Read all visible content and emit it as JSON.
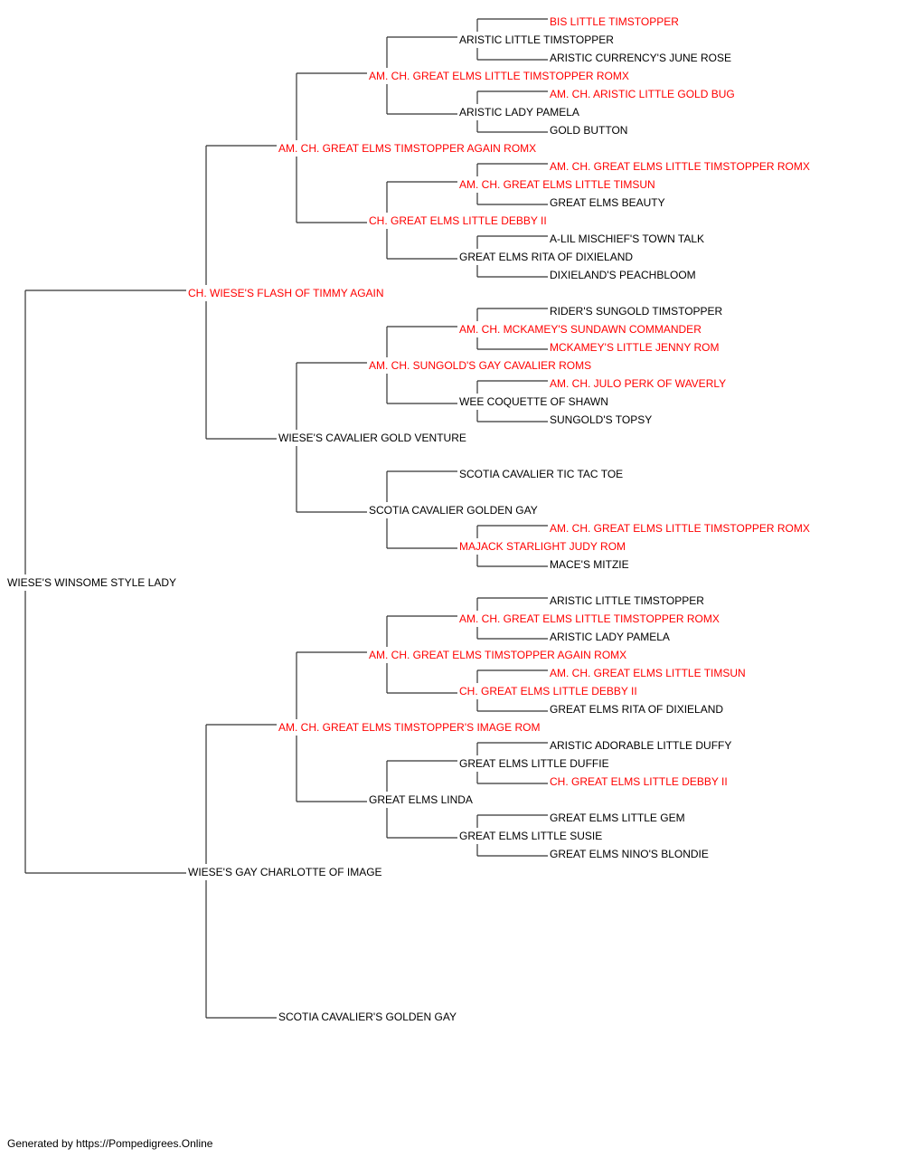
{
  "colors": {
    "champion": "#ff0000",
    "normal": "#000000",
    "line": "#000000"
  },
  "subject": {
    "name": "WIESE'S WINSOME STYLE LADY",
    "champion": false
  },
  "sire": {
    "name": "CH. WIESE'S FLASH OF TIMMY AGAIN",
    "champion": true
  },
  "dam": {
    "name": "WIESE'S GAY CHARLOTTE OF IMAGE",
    "champion": false
  },
  "sire_sire": {
    "name": "AM. CH. GREAT ELMS TIMSTOPPER AGAIN ROMX",
    "champion": true
  },
  "sire_dam": {
    "name": "WIESE'S CAVALIER GOLD VENTURE",
    "champion": false
  },
  "dam_sire": {
    "name": "AM. CH. GREAT ELMS TIMSTOPPER'S IMAGE ROM",
    "champion": true
  },
  "dam_dam": {
    "name": "SCOTIA CAVALIER'S GOLDEN GAY",
    "champion": false
  },
  "g3": [
    {
      "name": "AM. CH. GREAT ELMS LITTLE TIMSTOPPER ROMX",
      "champion": true
    },
    {
      "name": "CH. GREAT ELMS LITTLE DEBBY II",
      "champion": true
    },
    {
      "name": "AM. CH. SUNGOLD'S GAY CAVALIER ROMS",
      "champion": true
    },
    {
      "name": "SCOTIA CAVALIER GOLDEN GAY",
      "champion": false
    },
    {
      "name": "AM. CH. GREAT ELMS TIMSTOPPER AGAIN ROMX",
      "champion": true
    },
    {
      "name": "GREAT ELMS LINDA",
      "champion": false
    }
  ],
  "g4": [
    {
      "name": "ARISTIC LITTLE TIMSTOPPER",
      "champion": false
    },
    {
      "name": "ARISTIC LADY PAMELA",
      "champion": false
    },
    {
      "name": "AM. CH. GREAT ELMS LITTLE TIMSUN",
      "champion": true
    },
    {
      "name": "GREAT ELMS RITA OF DIXIELAND",
      "champion": false
    },
    {
      "name": "AM. CH. MCKAMEY'S SUNDAWN COMMANDER",
      "champion": true
    },
    {
      "name": "WEE COQUETTE OF SHAWN",
      "champion": false
    },
    {
      "name": "SCOTIA CAVALIER TIC TAC TOE",
      "champion": false
    },
    {
      "name": "MAJACK STARLIGHT JUDY ROM",
      "champion": true
    },
    {
      "name": "AM. CH. GREAT ELMS LITTLE TIMSTOPPER ROMX",
      "champion": true
    },
    {
      "name": "CH. GREAT ELMS LITTLE DEBBY II",
      "champion": true
    },
    {
      "name": "GREAT ELMS LITTLE DUFFIE",
      "champion": false
    },
    {
      "name": "GREAT ELMS LITTLE SUSIE",
      "champion": false
    }
  ],
  "g5": [
    {
      "name": "BIS LITTLE TIMSTOPPER",
      "champion": true
    },
    {
      "name": "ARISTIC CURRENCY'S JUNE ROSE",
      "champion": false
    },
    {
      "name": "AM. CH. ARISTIC LITTLE GOLD BUG",
      "champion": true
    },
    {
      "name": "GOLD BUTTON",
      "champion": false
    },
    {
      "name": "AM. CH. GREAT ELMS LITTLE TIMSTOPPER ROMX",
      "champion": true
    },
    {
      "name": "GREAT ELMS BEAUTY",
      "champion": false
    },
    {
      "name": "A-LIL MISCHIEF'S TOWN TALK",
      "champion": false
    },
    {
      "name": "DIXIELAND'S PEACHBLOOM",
      "champion": false
    },
    {
      "name": "RIDER'S SUNGOLD TIMSTOPPER",
      "champion": false
    },
    {
      "name": "MCKAMEY'S LITTLE JENNY ROM",
      "champion": true
    },
    {
      "name": "AM. CH. JULO PERK OF WAVERLY",
      "champion": true
    },
    {
      "name": "SUNGOLD'S TOPSY",
      "champion": false
    },
    {
      "name": "AM. CH. GREAT ELMS LITTLE TIMSTOPPER ROMX",
      "champion": true
    },
    {
      "name": "MACE'S MITZIE",
      "champion": false
    },
    {
      "name": "ARISTIC LITTLE TIMSTOPPER",
      "champion": false
    },
    {
      "name": "ARISTIC LADY PAMELA",
      "champion": false
    },
    {
      "name": "AM. CH. GREAT ELMS LITTLE TIMSUN",
      "champion": true
    },
    {
      "name": "GREAT ELMS RITA OF DIXIELAND",
      "champion": false
    },
    {
      "name": "ARISTIC ADORABLE LITTLE DUFFY",
      "champion": false
    },
    {
      "name": "CH. GREAT ELMS LITTLE DEBBY II",
      "champion": true
    },
    {
      "name": "GREAT ELMS LITTLE GEM",
      "champion": false
    },
    {
      "name": "GREAT ELMS NINO'S BLONDIE",
      "champion": false
    }
  ],
  "footer": "Generated by https://Pompedigrees.Online"
}
